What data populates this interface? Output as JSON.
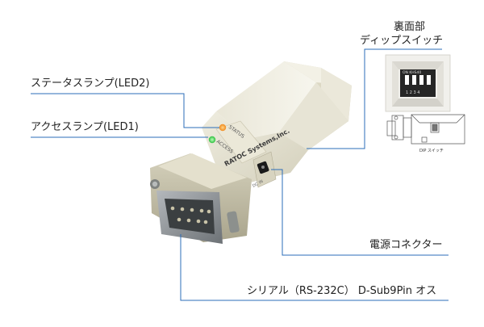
{
  "labels": {
    "status_lamp": "ステータスランプ(LED2)",
    "access_lamp": "アクセスランプ(LED1)",
    "rear_title": "裏面部",
    "dip_switch": "ディップスイッチ",
    "power_connector": "電源コネクター",
    "serial": "シリアル（RS-232C） D-Sub9Pin オス"
  },
  "device": {
    "brand_text": "RATOC Systems,Inc.",
    "status_text": "STATUS",
    "access_text": "ACCESS",
    "dc_text": "DC IN"
  },
  "dip_panel": {
    "switch_text": "ON KHS40",
    "numbers": "1 2 3 4"
  },
  "back_drawing": {
    "caption": "DIP スイッチ"
  },
  "colors": {
    "leader_line": "#2b6cb8",
    "led_status": "#f08a1e",
    "led_access": "#3cc84a"
  }
}
